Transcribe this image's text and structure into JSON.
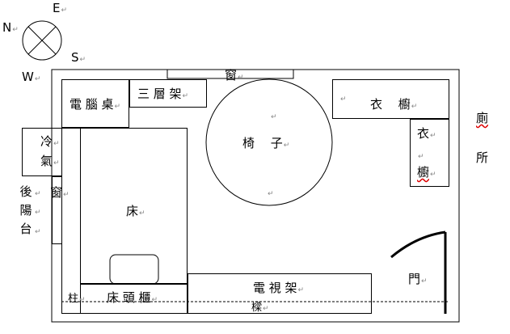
{
  "compass": {
    "north": "N",
    "east": "E",
    "south": "S",
    "west": "W"
  },
  "rooms": {
    "computer_desk": "電 腦 桌",
    "three_tier_shelf": "三 層 架",
    "window_top": "窗",
    "chair": "椅　 子",
    "wardrobe_top": "衣　 櫥",
    "wardrobe_side_1": "衣",
    "wardrobe_side_2": "櫥",
    "air_conditioner_1": "冷",
    "air_conditioner_2": "氣",
    "window_left": "窗",
    "bed": "床",
    "bedside_cabinet": "床 頭 櫃",
    "pillar_left": "柱",
    "tv_stand": "電 視 架",
    "pillar_bottom": "樑",
    "door": "門"
  },
  "outside": {
    "back_balcony": [
      "後",
      "陽",
      "台"
    ],
    "toilet": [
      "廁",
      "所"
    ]
  }
}
